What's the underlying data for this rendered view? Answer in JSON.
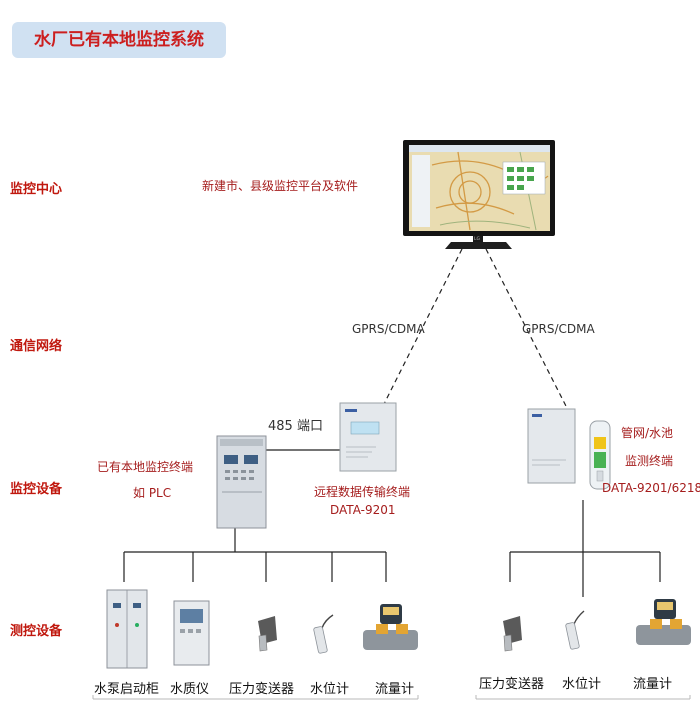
{
  "title": "水厂已有本地监控系统",
  "rows": {
    "center": "监控中心",
    "network": "通信网络",
    "device": "监控设备",
    "measure": "测控设备"
  },
  "platform_label": "新建市、县级监控平台及软件",
  "link_left": "GPRS/CDMA",
  "link_right": "GPRS/CDMA",
  "port_label": "485 端口",
  "plc_label": {
    "line1": "已有本地监控终端",
    "line2": "如 PLC"
  },
  "rtu_label": {
    "line1": "远程数据传输终端",
    "line2": "DATA-9201"
  },
  "pipe_label": {
    "line1": "管网/水池",
    "line2": "监测终端",
    "line3": "DATA-9201/6218"
  },
  "monitor_brand": "LG",
  "cabinet_brand": "",
  "left_devices": [
    "水泵启动柜",
    "水质仪",
    "压力变送器",
    "水位计",
    "流量计"
  ],
  "right_devices": [
    "压力变送器",
    "水位计",
    "流量计"
  ]
}
